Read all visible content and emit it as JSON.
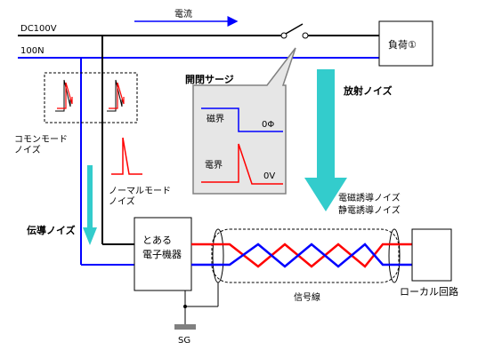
{
  "lines": {
    "dc100v": "DC100V",
    "n100": "100N"
  },
  "current_label": "電流",
  "load_label": "負荷①",
  "switching_surge": {
    "title": "開閉サージ",
    "magnetic_field": "磁界",
    "magnetic_value": "0Φ",
    "electric_field": "電界",
    "electric_value": "0V"
  },
  "radiated_noise": "放射ノイズ",
  "common_mode_noise": [
    "コモンモード",
    "ノイズ"
  ],
  "normal_mode_noise": [
    "ノーマルモード",
    "ノイズ"
  ],
  "conducted_noise": "伝導ノイズ",
  "device_label": [
    "とある",
    "電子機器"
  ],
  "induced_noise": [
    "電磁誘導ノイズ",
    "静電誘導ノイズ"
  ],
  "signal_line": "信号線",
  "local_circuit": "ローカル回路",
  "signal_ground": "SG",
  "colors": {
    "power_black": "#000000",
    "neutral_blue": "#0000ff",
    "signal_red": "#ff0000",
    "noise_arrow": "#33cccc",
    "box_grey": "#808080",
    "panel_fill": "#e6e6e6"
  }
}
